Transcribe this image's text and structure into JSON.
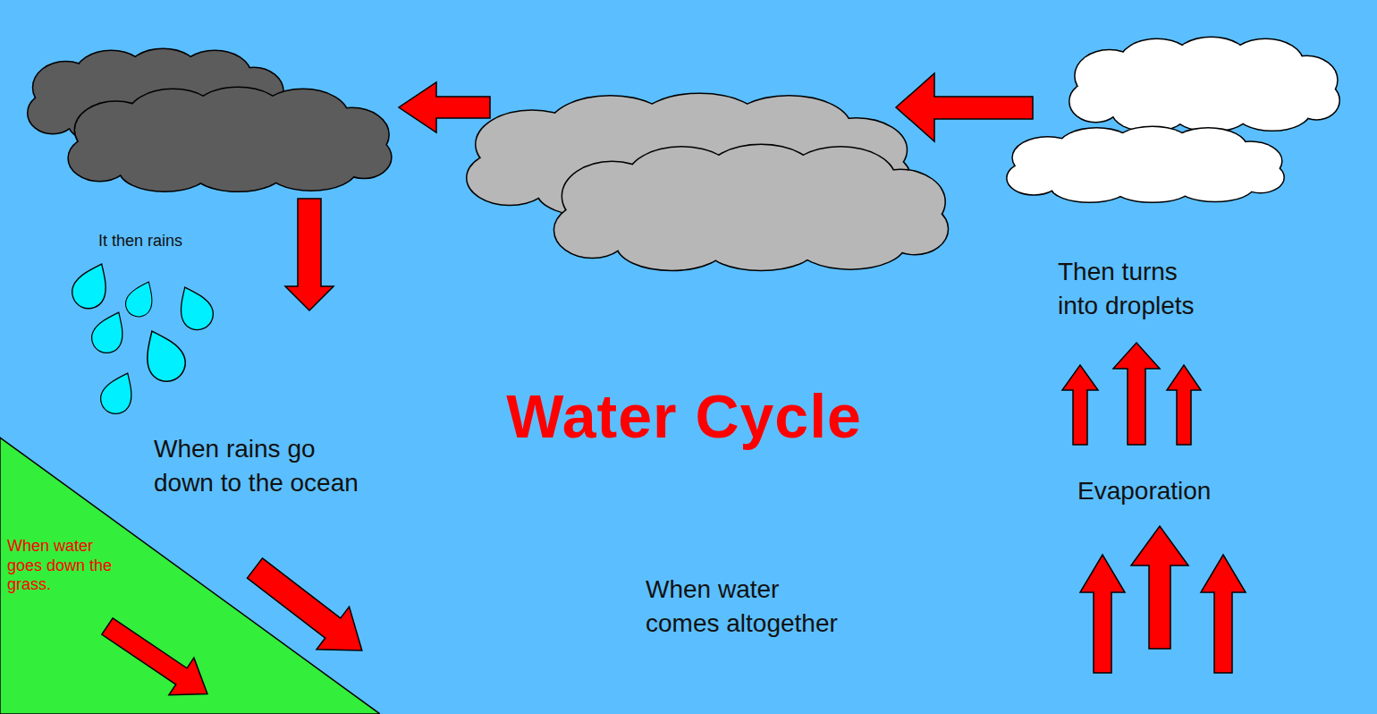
{
  "diagram": {
    "title": "Water Cycle",
    "nodes": [
      {
        "text": [
          "When water goes down the grass."
        ]
      }
    ],
    "labels": [
      "It then rains",
      "Then turns into droplets",
      "When rains go down to the ocean",
      "Evaporation",
      "When water comes altogether"
    ]
  }
}
